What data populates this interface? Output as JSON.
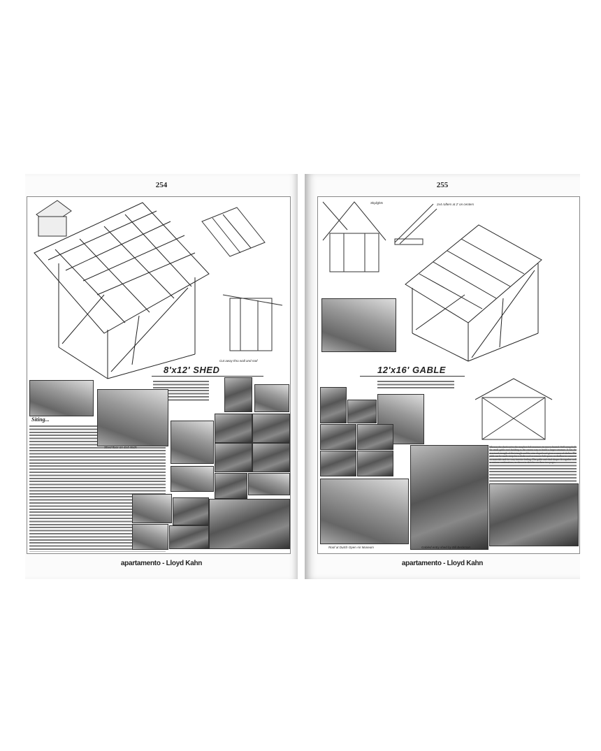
{
  "left_page": {
    "page_number": "254",
    "title": "8'x12' SHED",
    "section_heading": "Siting...",
    "footer": "apartamento - Lloyd Kahn",
    "captions": [
      "Shed floor on 4x4 skids",
      "Cut away thru wall and roof"
    ]
  },
  "right_page": {
    "page_number": "255",
    "title": "12'x16' GABLE",
    "footer": "apartamento - Lloyd Kahn",
    "captions": [
      "Skylights",
      "2x4 rafters at 2' on centers",
      "Roof at Dutch Open Air Museum",
      "Gabled entry shed by Bill Beckman"
    ],
    "body_text": "Whereas the shed roof is the simplest 2x4 structure, its size is limited. Still using 2x4's the small gable roof building is the easiest way to build a larger structure. It has the structural strength of the triangle and the nine sloped roof gives a sense of shelter. The pitch can be made steep for a shake roof or remove loft space, or shallow to conserve on materials and for cozy interior feeling. The gable and shed shapes fit together well in various combinations, as shown in sketches on these two pages."
  }
}
